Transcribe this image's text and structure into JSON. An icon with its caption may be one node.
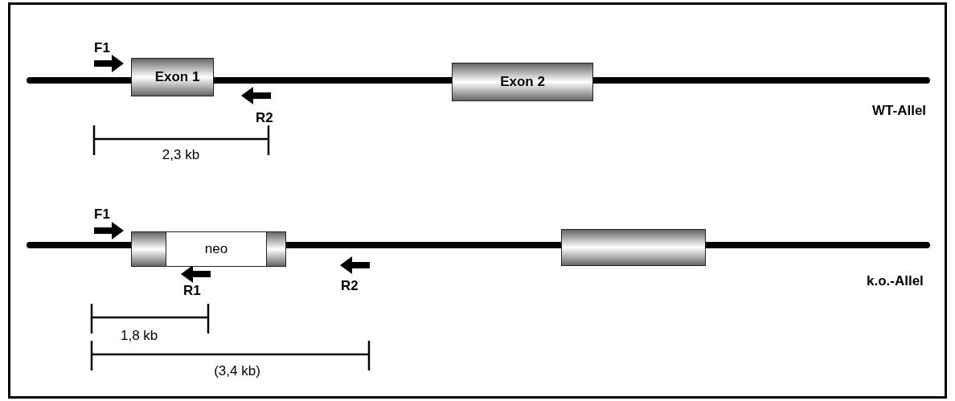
{
  "diagram": {
    "nodes": [
      {
        "text": [
          "Exon 1"
        ]
      },
      {
        "text": [
          "Exon 2"
        ]
      },
      {
        "text": [],
        "shape": "box"
      },
      {
        "text": [
          "neo"
        ],
        "in": 2
      },
      {
        "text": [],
        "shape": "box"
      }
    ],
    "labels": [
      "F1",
      "R2",
      "WT-Allel",
      "2,3 kb",
      "F1",
      "R1",
      "R2",
      "k.o.-Allel",
      "1,8 kb",
      "(3,4 kb)"
    ]
  }
}
